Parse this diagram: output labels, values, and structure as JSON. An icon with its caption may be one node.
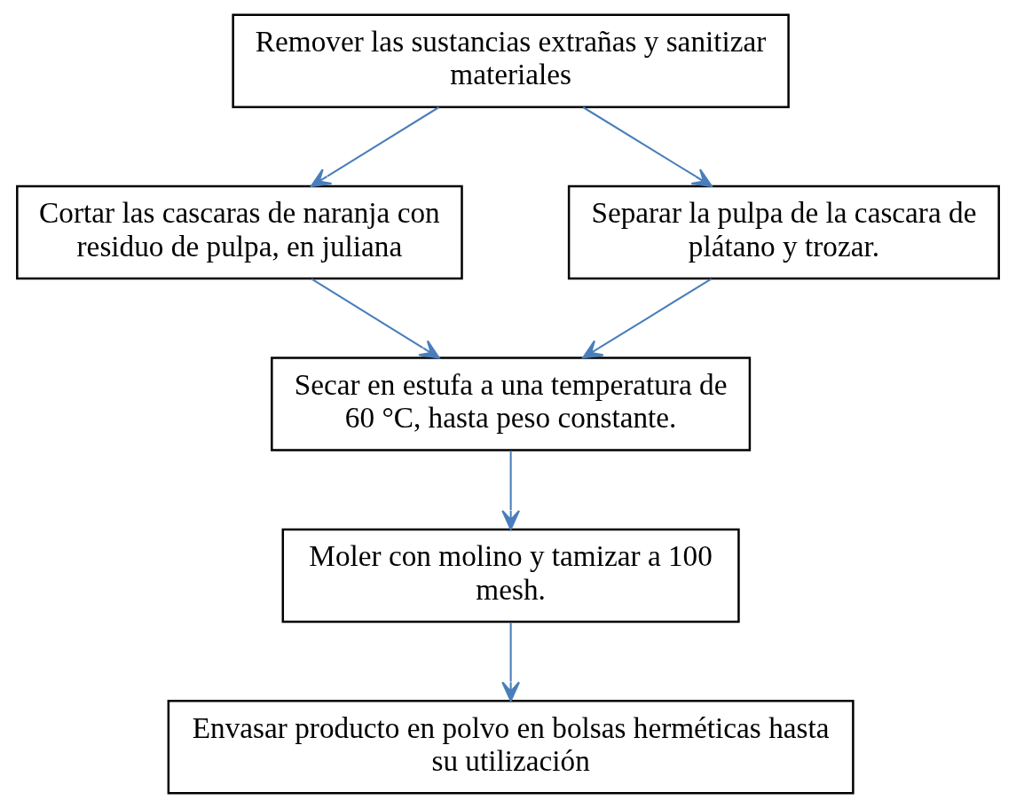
{
  "diagram": {
    "nodes": [
      {
        "text": [
          "Remover las sustancias extrañas y sanitizar materiales"
        ]
      },
      {
        "text": [
          "Cortar las cascaras de naranja con residuo de pulpa, en juliana"
        ]
      },
      {
        "text": [
          "Separar la pulpa de la cascara de plátano y trozar."
        ]
      },
      {
        "text": [
          "Secar en estufa a una temperatura de 60 °C, hasta peso constante."
        ]
      },
      {
        "text": [
          "Moler con molino y tamizar a 100 mesh."
        ]
      },
      {
        "text": [
          "Envasar producto en polvo en bolsas herméticas hasta su utilización"
        ]
      }
    ],
    "edges": [
      {
        "from": 0,
        "to": 1,
        "arrow": "to"
      },
      {
        "from": 0,
        "to": 2,
        "arrow": "to"
      },
      {
        "from": 1,
        "to": 3,
        "arrow": "to"
      },
      {
        "from": 2,
        "to": 3,
        "arrow": "to"
      },
      {
        "from": 3,
        "to": 4,
        "arrow": "to"
      },
      {
        "from": 4,
        "to": 5,
        "arrow": "to"
      }
    ]
  }
}
